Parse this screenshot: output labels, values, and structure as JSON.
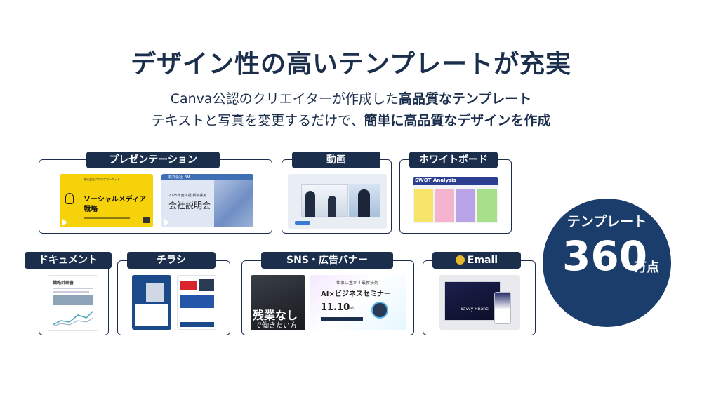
{
  "title": "デザイン性の高いテンプレートが充実",
  "subtitle_line1": {
    "plain": "Canva公認のクリエイターが作成した",
    "bold": "高品質なテンプレート"
  },
  "subtitle_line2": {
    "plain": "テキストと写真を変更するだけで、",
    "bold": "簡単に高品質なデザインを作成"
  },
  "categories": {
    "presentation": "プレゼンテーション",
    "video": "動画",
    "whiteboard": "ホワイトボード",
    "document": "ドキュメント",
    "flyer": "チラシ",
    "sns": "SNS・広告バナー",
    "email": "Email"
  },
  "badge": {
    "label": "テンプレート",
    "number": "360",
    "unit": "万点"
  },
  "thumbnails": {
    "pres1_company": "株式会社ワクワクマーケット",
    "pres1_title1": "ソーシャルメディア",
    "pres1_title2": "戦略",
    "pres2_company": "株式会社LBM",
    "pres2_line": "2025年度入社 新卒採用",
    "pres2_title": "会社説明会",
    "whiteboard_title": "SWOT Analysis",
    "doc_title": "戦略計画書",
    "sns2_top": "仕事に生かす最新技術",
    "sns2_title": "AI×ビジネスセミナー",
    "sns2_date": "11.10",
    "sns2_day": "Sat",
    "sns1_text1": "残業なし",
    "sns1_text2": "で働きたい方",
    "email_brand": "Savvy Financi"
  },
  "colors": {
    "navy": "#1b2f4d",
    "badge": "#1b3d6b",
    "yellow": "#f5d20a"
  }
}
